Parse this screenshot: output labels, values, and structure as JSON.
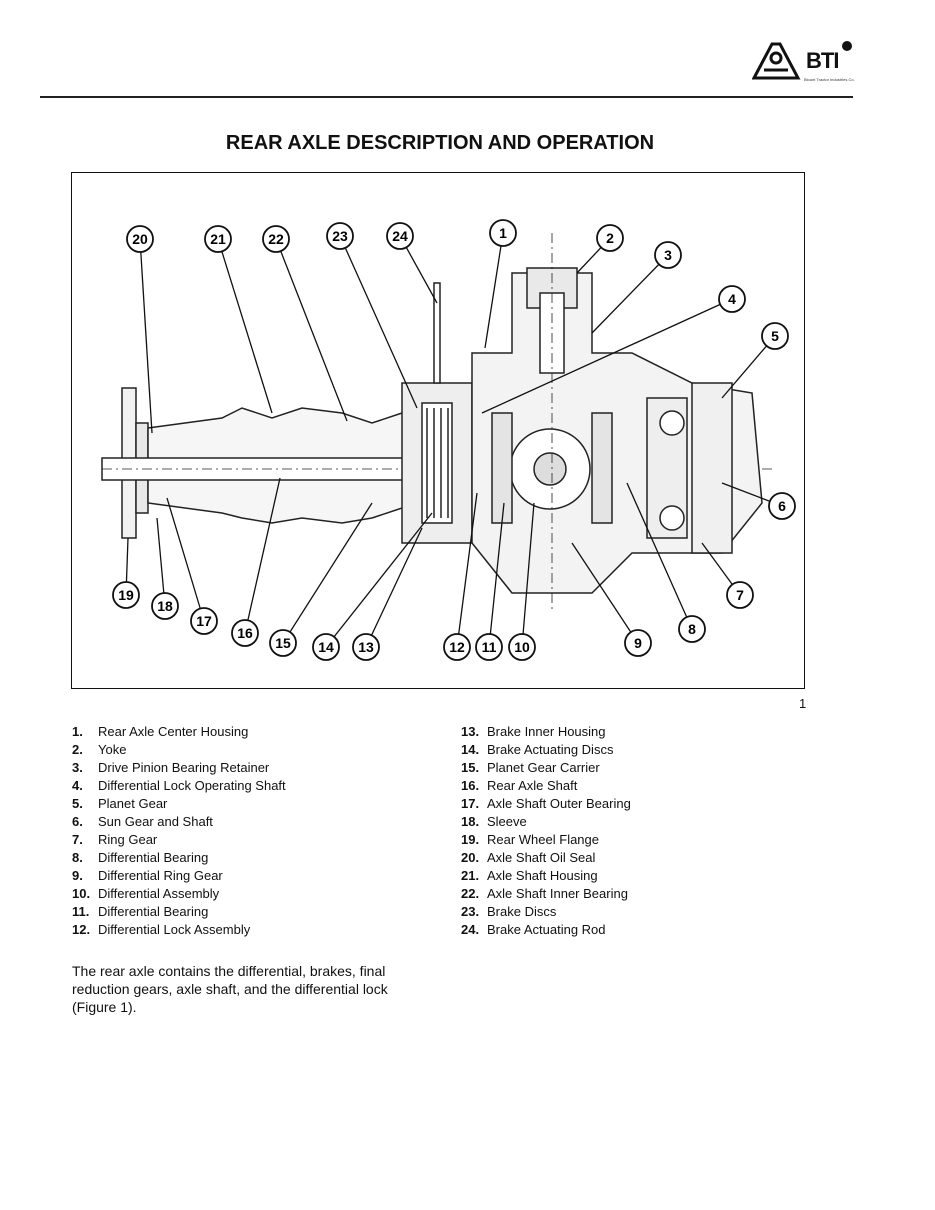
{
  "header": {
    "logo_text": "BTI",
    "logo_tagline": "Blount Tractor Industries Co."
  },
  "title": "REAR AXLE DESCRIPTION AND OPERATION",
  "figure": {
    "number": "1",
    "callouts": [
      "1",
      "2",
      "3",
      "4",
      "5",
      "6",
      "7",
      "8",
      "9",
      "10",
      "11",
      "12",
      "13",
      "14",
      "15",
      "16",
      "17",
      "18",
      "19",
      "20",
      "21",
      "22",
      "23",
      "24"
    ]
  },
  "legend_left": [
    {
      "num": "1.",
      "label": "Rear Axle Center Housing"
    },
    {
      "num": "2.",
      "label": "Yoke"
    },
    {
      "num": "3.",
      "label": "Drive Pinion Bearing Retainer"
    },
    {
      "num": "4.",
      "label": "Differential Lock Operating Shaft"
    },
    {
      "num": "5.",
      "label": "Planet Gear"
    },
    {
      "num": "6.",
      "label": "Sun Gear and Shaft"
    },
    {
      "num": "7.",
      "label": "Ring Gear"
    },
    {
      "num": "8.",
      "label": "Differential Bearing"
    },
    {
      "num": "9.",
      "label": "Differential Ring Gear"
    },
    {
      "num": "10.",
      "label": "Differential Assembly"
    },
    {
      "num": "11.",
      "label": "Differential Bearing"
    },
    {
      "num": "12.",
      "label": "Differential Lock Assembly"
    }
  ],
  "legend_right": [
    {
      "num": "13.",
      "label": "Brake Inner Housing"
    },
    {
      "num": "14.",
      "label": "Brake Actuating Discs"
    },
    {
      "num": "15.",
      "label": "Planet Gear Carrier"
    },
    {
      "num": "16.",
      "label": "Rear Axle Shaft"
    },
    {
      "num": "17.",
      "label": "Axle Shaft Outer Bearing"
    },
    {
      "num": "18.",
      "label": "Sleeve"
    },
    {
      "num": "19.",
      "label": "Rear Wheel Flange"
    },
    {
      "num": "20.",
      "label": "Axle Shaft Oil Seal"
    },
    {
      "num": "21.",
      "label": "Axle Shaft Housing"
    },
    {
      "num": "22.",
      "label": "Axle Shaft Inner Bearing"
    },
    {
      "num": "23.",
      "label": "Brake Discs"
    },
    {
      "num": "24.",
      "label": "Brake Actuating Rod"
    }
  ],
  "body_text": "The rear axle contains the differential, brakes, final reduction gears, axle shaft, and the differential lock (Figure 1)."
}
